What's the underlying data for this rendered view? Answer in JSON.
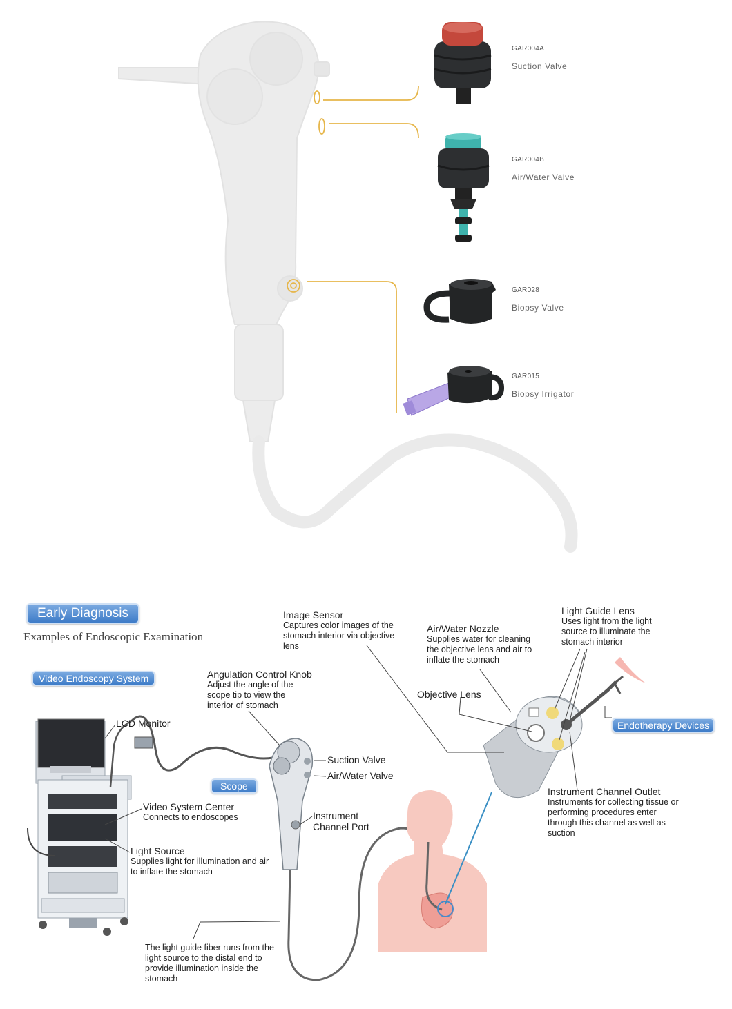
{
  "products": [
    {
      "code": "GAR004A",
      "name": "Suction Valve"
    },
    {
      "code": "GAR004B",
      "name": "Air/Water Valve"
    },
    {
      "code": "GAR028",
      "name": "Biopsy Valve"
    },
    {
      "code": "GAR015",
      "name": "Biopsy Irrigator"
    }
  ],
  "diagram": {
    "title": "Early Diagnosis",
    "subtitle": "Examples of Endoscopic Examination",
    "system_badge": "Video Endoscopy System",
    "scope_badge": "Scope",
    "endo_badge": "Endotherapy Devices",
    "lcd": "LCD Monitor",
    "vsc_title": "Video System Center",
    "vsc_desc": "Connects to endoscopes",
    "ls_title": "Light Source",
    "ls_desc": "Supplies light for illumination and air to inflate the stomach",
    "knob_title": "Angulation Control Knob",
    "knob_desc": "Adjust the angle of the scope tip to view the interior of stomach",
    "suction": "Suction Valve",
    "airwater": "Air/Water Valve",
    "port_title": "Instrument Channel Port",
    "fiber_desc": "The light guide fiber runs from the light source to the distal end to provide illumination inside the stomach",
    "sensor_title": "Image Sensor",
    "sensor_desc": "Captures color images of the stomach interior via objective lens",
    "nozzle_title": "Air/Water Nozzle",
    "nozzle_desc": "Supplies water for cleaning the objective lens and air to inflate the stomach",
    "lens_title": "Light Guide Lens",
    "lens_desc": "Uses light from the light source to illuminate the stomach interior",
    "objective": "Objective Lens",
    "outlet_title": "Instrument Channel Outlet",
    "outlet_desc": "Instruments for collecting tissue or performing procedures enter through this channel as well as suction"
  },
  "colors": {
    "accent_line": "#e6b64a",
    "badge": "#3e7cc8",
    "suction_cap": "#c4483c",
    "airwater_cap": "#3fb3ad",
    "body_pink": "#f7c9c0"
  }
}
